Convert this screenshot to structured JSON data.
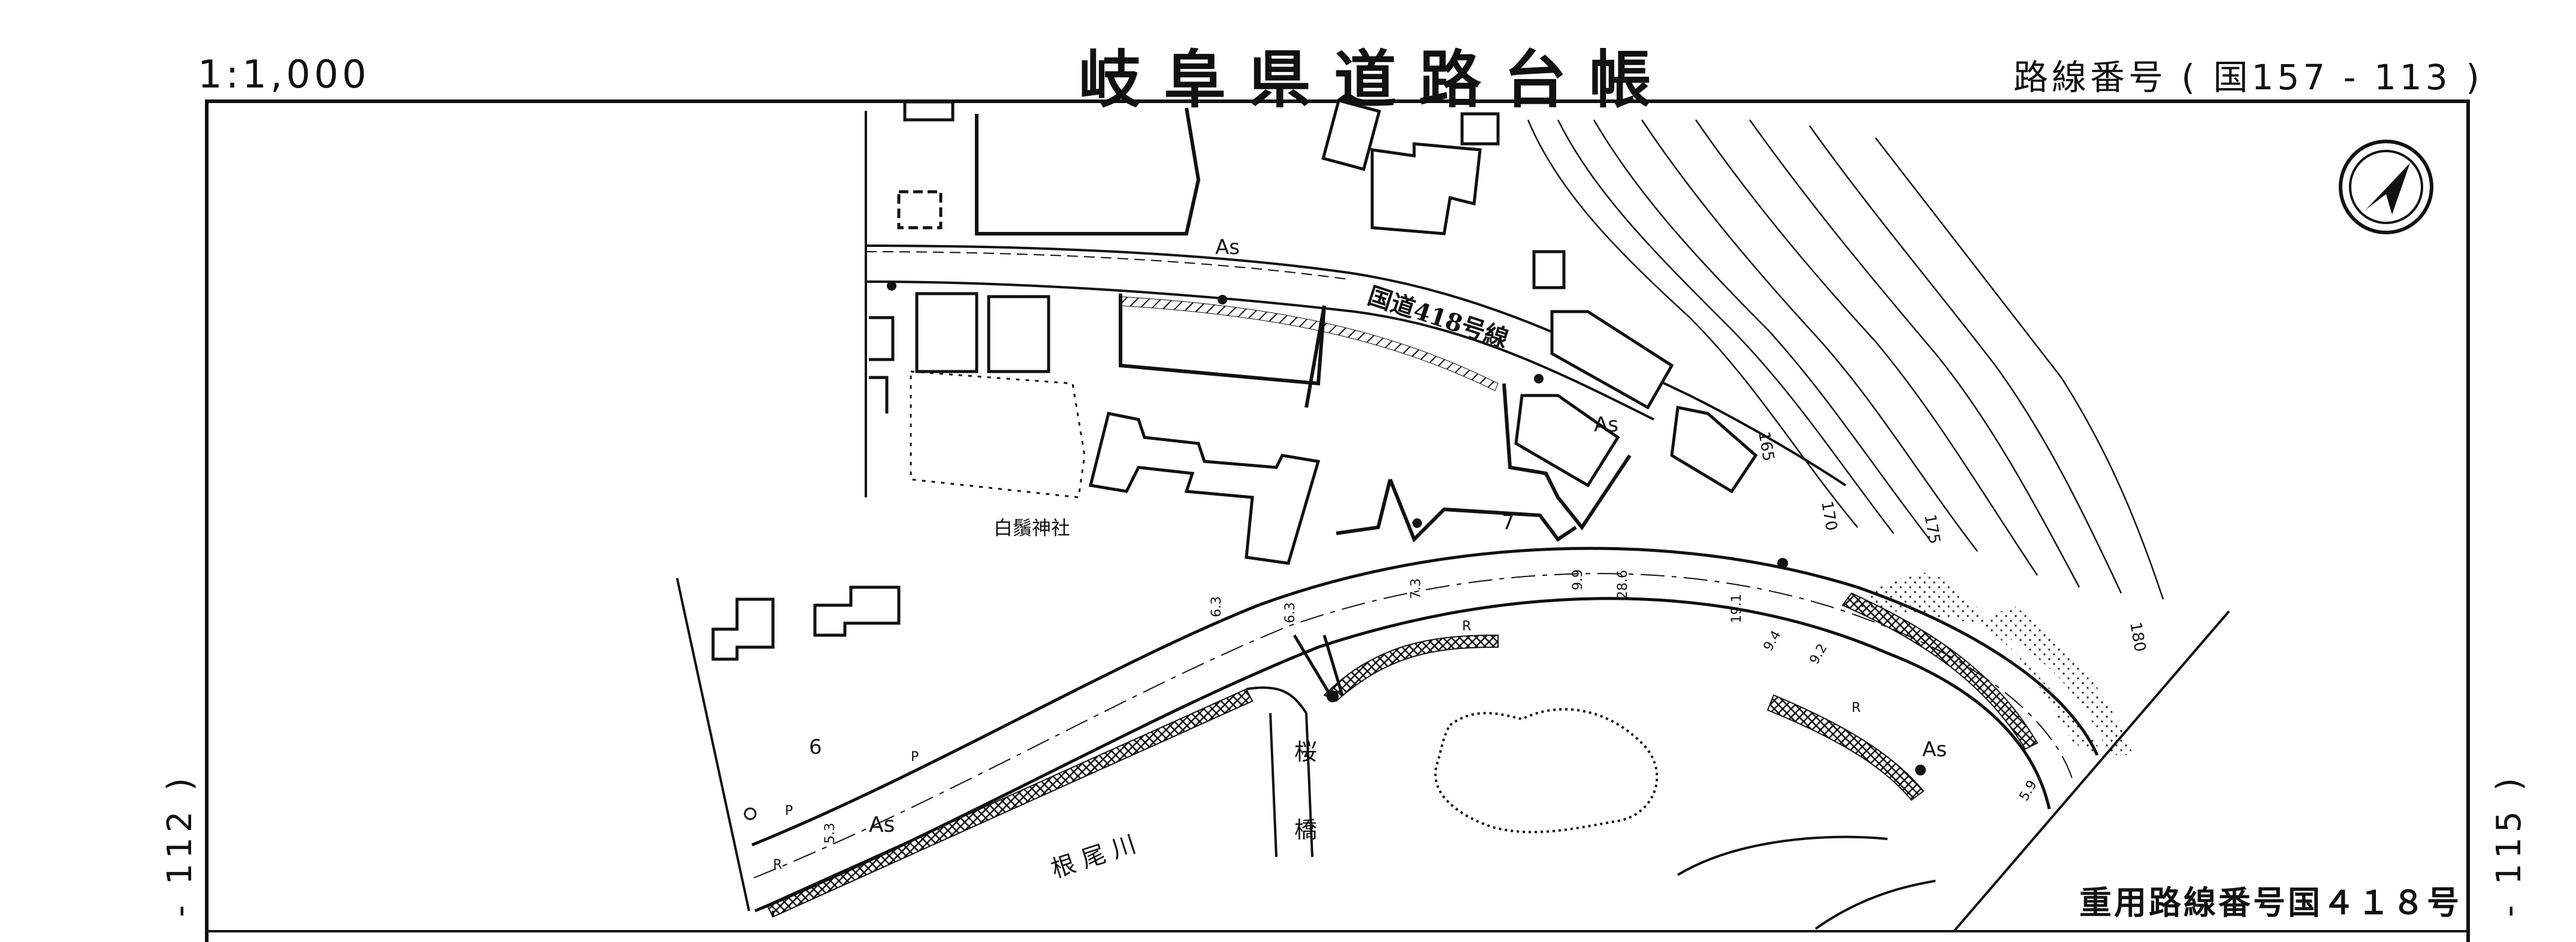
{
  "header": {
    "scale": "1:1,000",
    "title": "岐阜県道路台帳",
    "route_number": "路線番号 ( 国157 - 113 )"
  },
  "sheet_refs": {
    "left": "- 112 )",
    "right": "- 115 )"
  },
  "overlap_route": "重用路線番号国４１８号",
  "labels": {
    "road_name": "国道418号線",
    "shrine": "白鬚神社",
    "river": "根 尾 川",
    "bridge_a": "桜",
    "bridge_b": "橋",
    "surface_1": "As",
    "surface_2": "As",
    "surface_3": "As",
    "surface_4": "As",
    "lot_6": "6",
    "lot_7": "7"
  },
  "contours": [
    "165",
    "170",
    "175",
    "180"
  ],
  "widths": [
    "6.3",
    "6.3",
    "7.3",
    "9.9",
    "28.6",
    "19.1",
    "9.4",
    "9.2",
    "5.9",
    "5.3"
  ],
  "markers": {
    "R": "R",
    "P": "P"
  },
  "colors": {
    "ink": "#111111",
    "paper": "#ffffff"
  },
  "icons": {
    "north": "north-arrow-icon"
  }
}
